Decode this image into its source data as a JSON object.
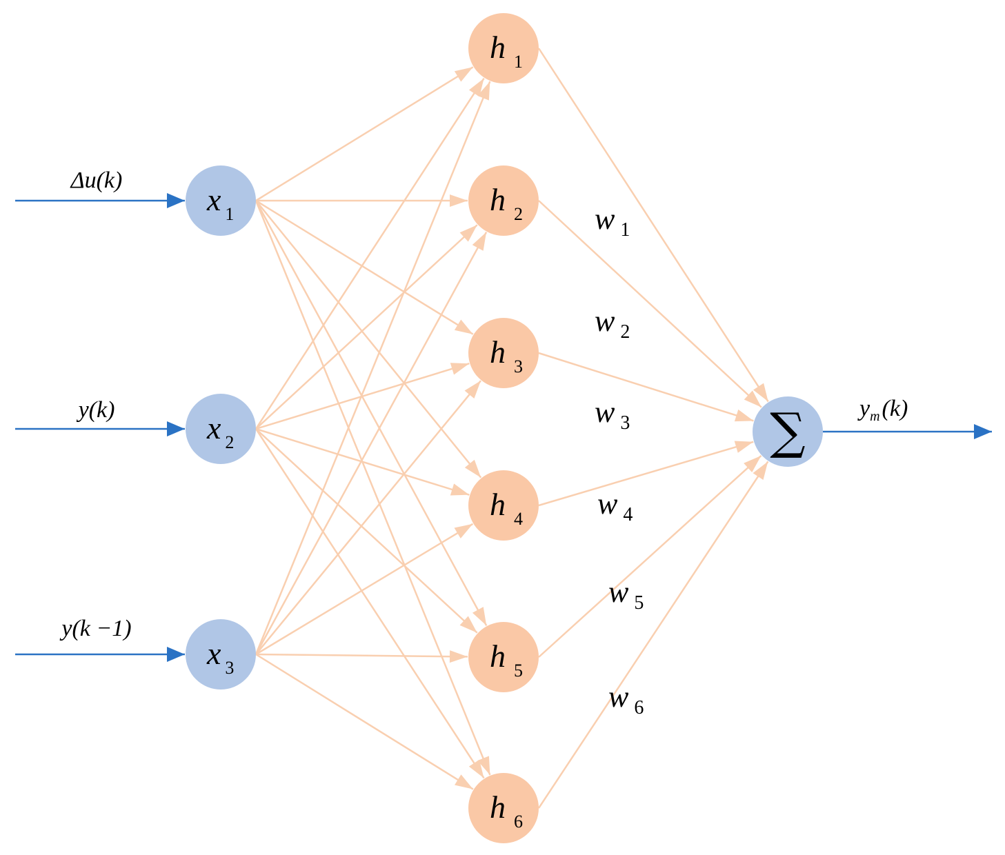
{
  "colors": {
    "input_node": "#b0c6e6",
    "hidden_node": "#fac8a6",
    "output_node": "#b0c6e6",
    "connection": "#f9cfb0",
    "io_arrow": "#2a72c4"
  },
  "icons": {
    "output_symbol": "sigma-icon"
  },
  "inputs": [
    {
      "label": "Δu(k)",
      "node_main": "x",
      "node_sub": "1"
    },
    {
      "label": "y(k)",
      "node_main": "x",
      "node_sub": "2"
    },
    {
      "label": "y(k −1)",
      "node_main": "x",
      "node_sub": "3"
    }
  ],
  "hidden": [
    {
      "main": "h",
      "sub": "1"
    },
    {
      "main": "h",
      "sub": "2"
    },
    {
      "main": "h",
      "sub": "3"
    },
    {
      "main": "h",
      "sub": "4"
    },
    {
      "main": "h",
      "sub": "5"
    },
    {
      "main": "h",
      "sub": "6"
    }
  ],
  "weights": [
    {
      "main": "w",
      "sub": "1"
    },
    {
      "main": "w",
      "sub": "2"
    },
    {
      "main": "w",
      "sub": "3"
    },
    {
      "main": "w",
      "sub": "4"
    },
    {
      "main": "w",
      "sub": "5"
    },
    {
      "main": "w",
      "sub": "6"
    }
  ],
  "output": {
    "symbol": "∑",
    "label_main": "y",
    "label_sub": "m",
    "label_rest": "(k)"
  }
}
